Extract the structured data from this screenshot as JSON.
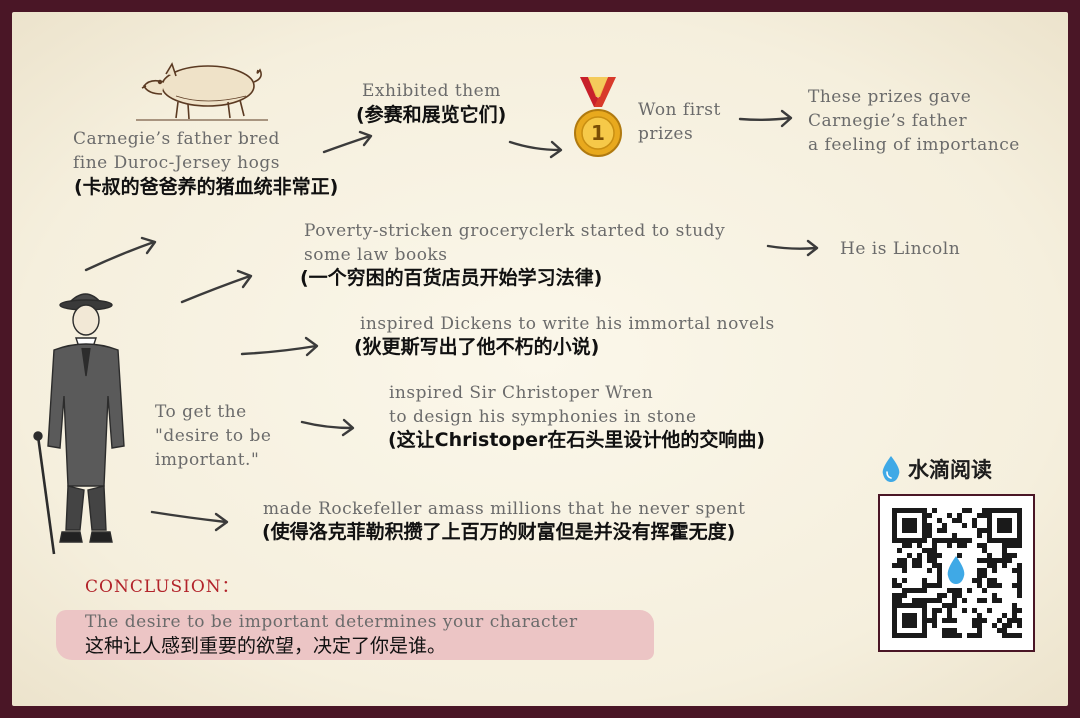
{
  "colors": {
    "frame": "#4a1626",
    "accent_red": "#b2232a",
    "highlight": "#ecc5c5",
    "brand_blue": "#3fa9e6"
  },
  "top_row": {
    "hogs_en": "Carnegie’s father bred\nfine Duroc-Jersey hogs",
    "hogs_zh": "(卡叔的爸爸养的猪血统非常正)",
    "exhibited_en": "Exhibited them",
    "exhibited_zh": "(参赛和展览它们)",
    "won_en": "Won first\nprizes",
    "medal_number": "1",
    "importance_en": "These prizes gave\nCarnegie’s father\na feeling of importance"
  },
  "branches": [
    {
      "en": "Poverty-stricken groceryclerk started to study\nsome law books",
      "zh": "(一个穷困的百货店员开始学习法律)",
      "result": "He is Lincoln"
    },
    {
      "en": "inspired Dickens to write his immortal novels",
      "zh": "(狄更斯写出了他不朽的小说)"
    },
    {
      "en": "inspired Sir Christoper Wren\nto design his symphonies in stone",
      "zh": "(这让Christoper在石头里设计他的交响曲)"
    },
    {
      "en": "made Rockefeller amass millions that he never spent",
      "zh": "(使得洛克菲勒积攒了上百万的财富但是并没有挥霍无度)"
    }
  ],
  "center_label": "To get the\n\"desire to be\nimportant.\"",
  "conclusion": {
    "title": "CONCLUSION：",
    "en": "The desire to be important determines your character",
    "zh": "这种让人感到重要的欲望，决定了你是谁。"
  },
  "brand": {
    "name": "水滴阅读"
  },
  "icons": [
    "pig-icon",
    "medal-icon",
    "gentleman-icon",
    "water-drop-icon",
    "qr-code-icon"
  ]
}
